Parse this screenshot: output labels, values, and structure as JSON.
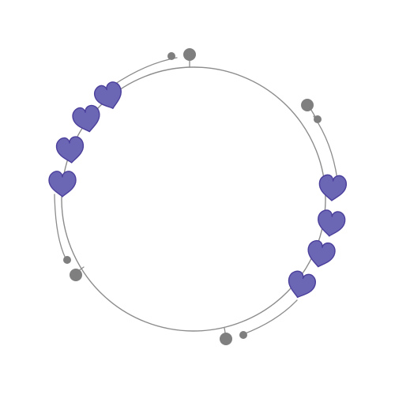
{
  "frame": {
    "kind": "decorative circular frame",
    "line_color": "#8c8c8c",
    "dot_color": "#7f7f7f",
    "heart_fill": "#6b67b4",
    "heart_stroke": "#4b3f9c",
    "heart_count": 8,
    "ring_count": 2,
    "bead_count": 8
  }
}
